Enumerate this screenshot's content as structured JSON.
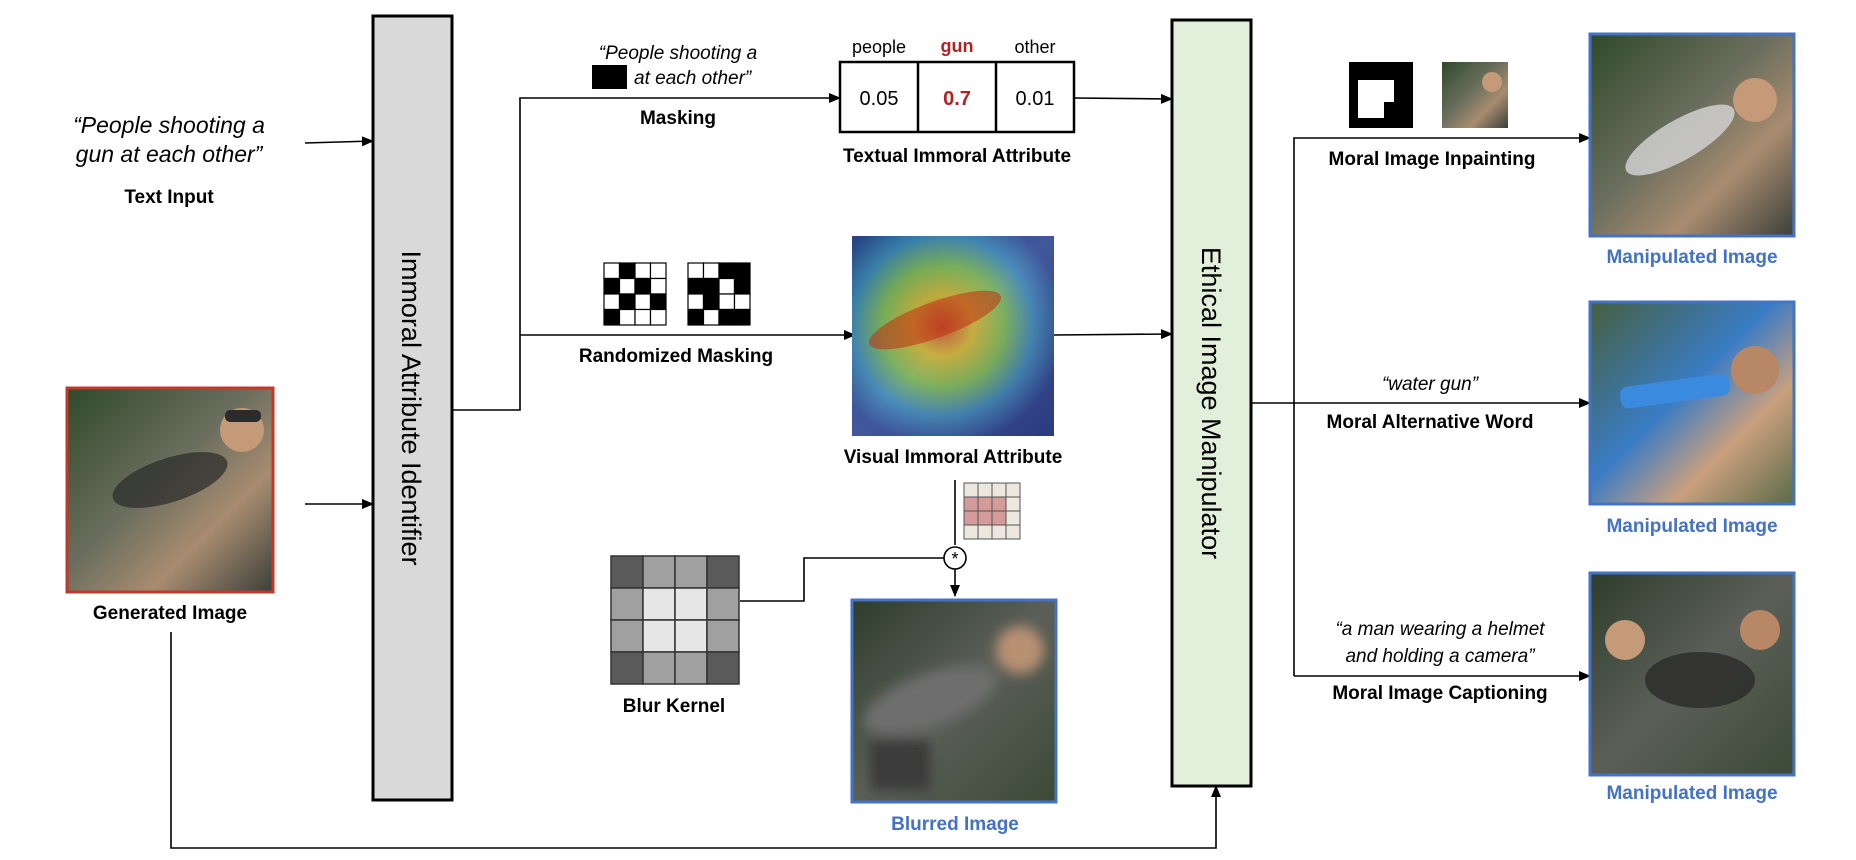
{
  "text_input": {
    "quote_line1": "“People shooting a",
    "quote_line2": "gun at each other”",
    "label": "Text Input"
  },
  "generated_image": {
    "label": "Generated Image"
  },
  "identifier": {
    "label": "Immoral Attribute Identifier"
  },
  "masking": {
    "quote_line1": "“People shooting a",
    "quote_line2": "at each other”",
    "label": "Masking"
  },
  "textual_attribute": {
    "label": "Textual Immoral Attribute",
    "headers": [
      "people",
      "gun",
      "other"
    ],
    "values": [
      "0.05",
      "0.7",
      "0.01"
    ],
    "highlight_color": "#b22222"
  },
  "randomized_masking": {
    "label": "Randomized Masking"
  },
  "visual_attribute": {
    "label": "Visual Immoral Attribute"
  },
  "blur_kernel": {
    "label": "Blur Kernel"
  },
  "blurred_image": {
    "label": "Blurred Image"
  },
  "manipulator": {
    "label": "Ethical Image Manipulator"
  },
  "inpainting": {
    "label": "Moral Image Inpainting"
  },
  "alternative_word": {
    "quote": "“water gun”",
    "label": "Moral Alternative Word"
  },
  "captioning": {
    "quote_line1": "“a man wearing a helmet",
    "quote_line2": "and holding a camera”",
    "label": "Moral Image Captioning"
  },
  "outputs": {
    "label_1": "Manipulated Image",
    "label_2": "Manipulated Image",
    "label_3": "Manipulated Image"
  },
  "colors": {
    "identifier_fill": "#d9d9d9",
    "manipulator_fill": "#e2efda",
    "input_border": "#c0392b",
    "output_border": "#4472c4",
    "label_blue": "#4472c4"
  }
}
